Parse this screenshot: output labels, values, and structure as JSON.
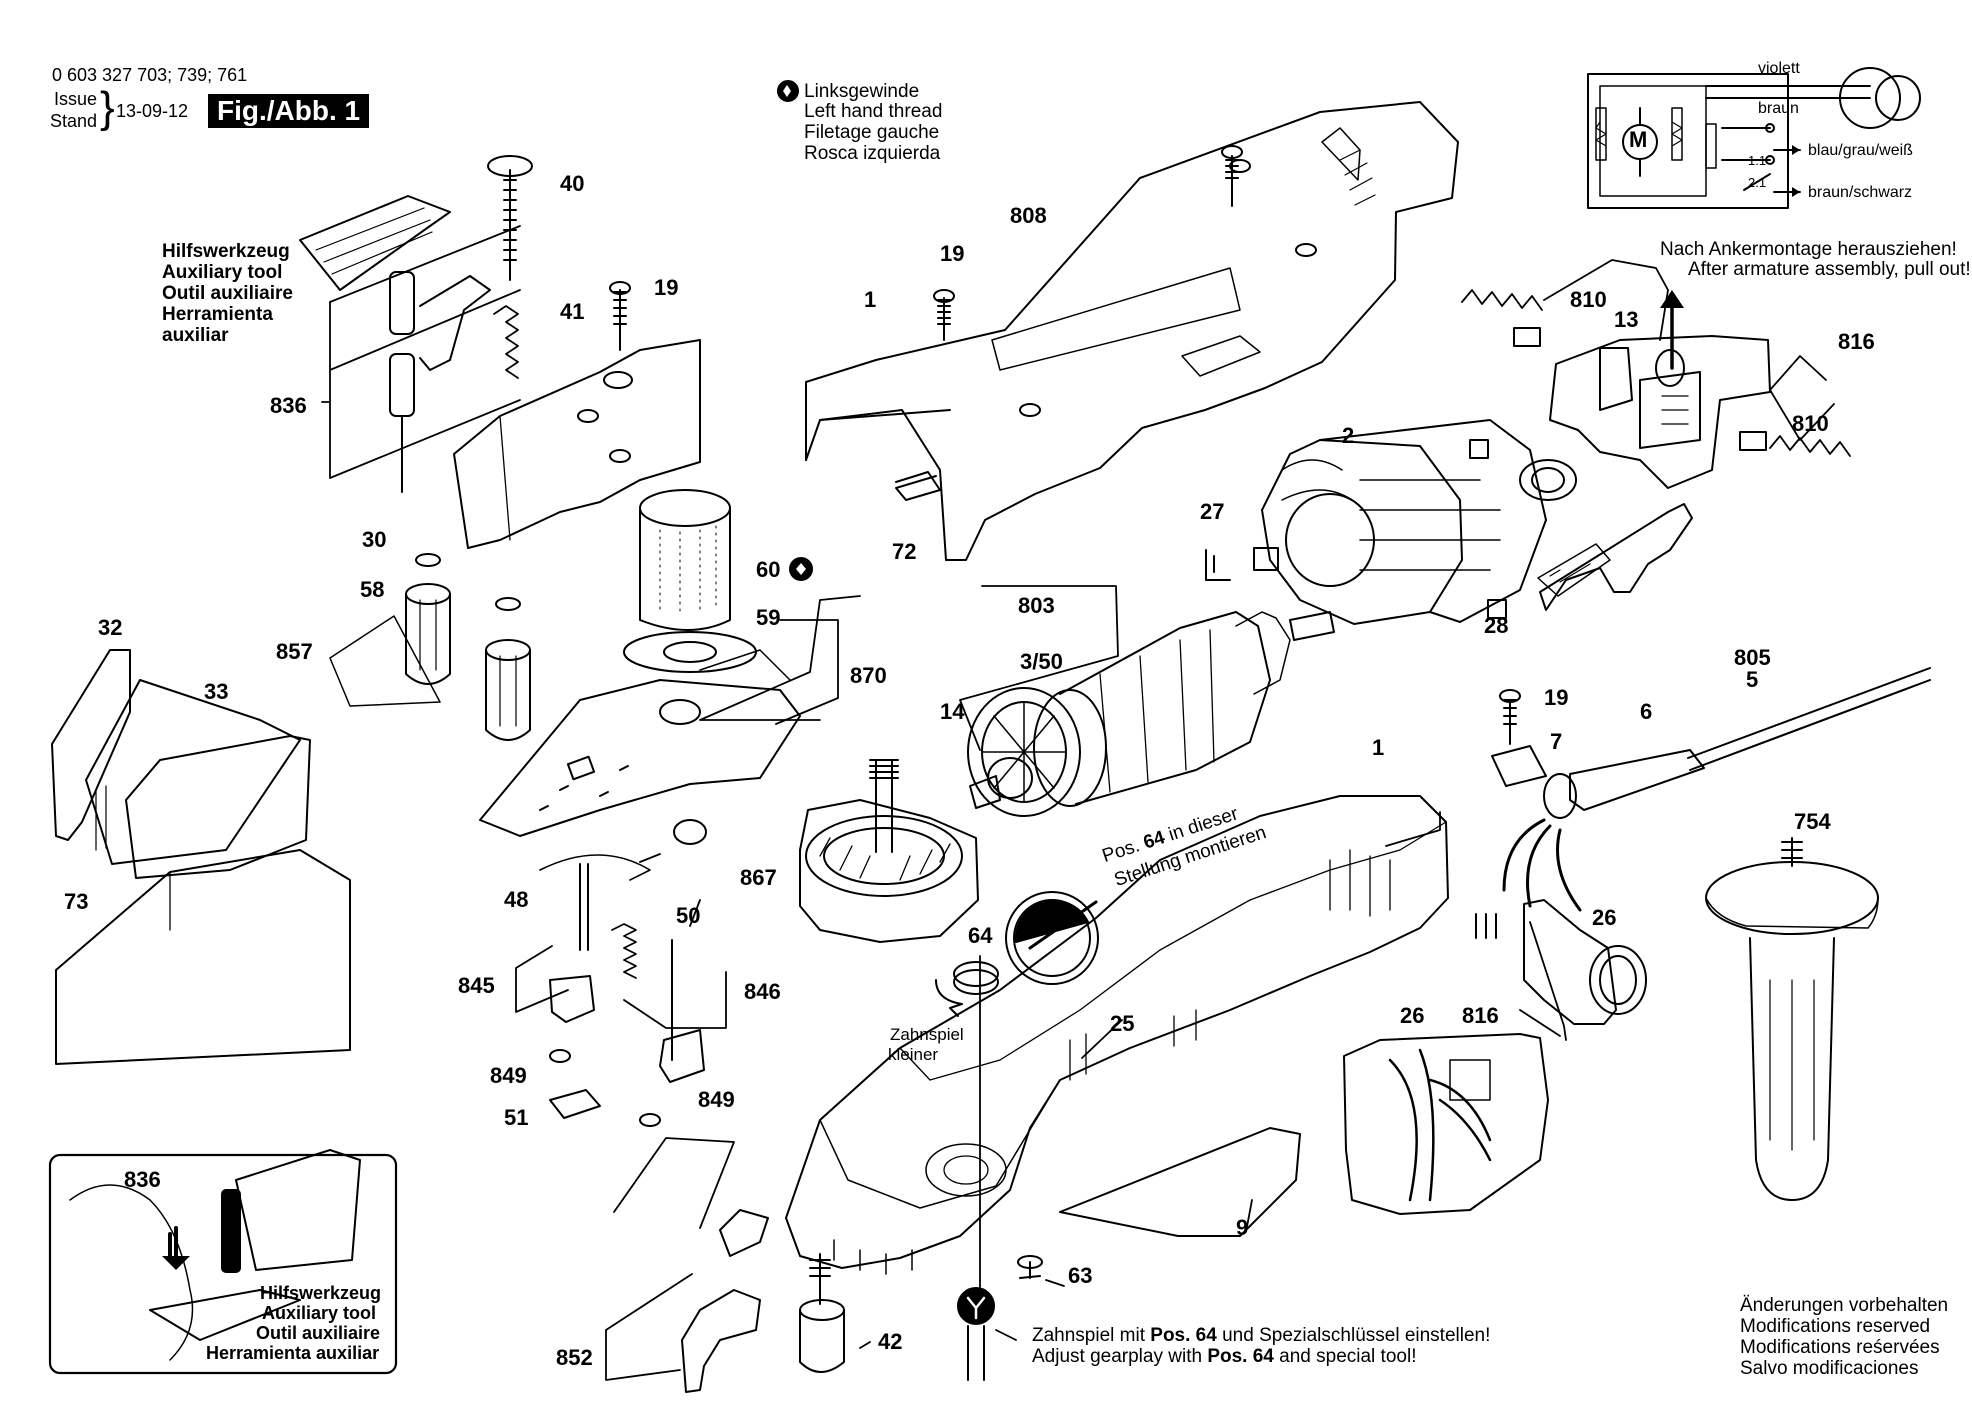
{
  "header": {
    "part_numbers": "0 603 327 703; 739; 761",
    "issue_label": "Issue",
    "stand_label": "Stand",
    "date": "13-09-12",
    "fig_label": "Fig./Abb. 1"
  },
  "thread_note": [
    "Linksgewinde",
    "Left hand thread",
    "Filetage gauche",
    "Rosca izquierda"
  ],
  "wiring": {
    "motor_label": "M",
    "wires": [
      "violett",
      "braun",
      "blau/grau/weiß",
      "braun/schwarz"
    ],
    "terminals": [
      "1.1",
      "2.1"
    ]
  },
  "armature_note": [
    "Nach Ankermontage herausziehen!",
    "After armature assembly, pull out!"
  ],
  "aux_tool_top": [
    "Hilfswerkzeug",
    "Auxiliary tool",
    "Outil auxiliaire",
    "Herramienta",
    "auxiliar"
  ],
  "aux_tool_inset": [
    "Hilfswerkzeug",
    "Auxiliary tool",
    "Outil auxiliaire",
    "Herramienta auxiliar"
  ],
  "pos64_note": {
    "prefix": "Pos.",
    "num": "64",
    "suffix": "in dieser",
    "line2": "Stellung montieren"
  },
  "gearplay_note": [
    "Zahnspiel",
    "kleiner"
  ],
  "adjust_note": {
    "de_prefix": "Zahnspiel mit",
    "de_pos": "Pos. 64",
    "de_suffix": "und Spezialschlüssel einstellen!",
    "en_prefix": "Adjust gearplay with",
    "en_pos": "Pos. 64",
    "en_suffix": "and special tool!"
  },
  "changes_note": [
    "Änderungen vorbehalten",
    "Modifications reserved",
    "Modifications reśervées",
    "Salvo modificaciones"
  ],
  "part_labels": {
    "p40": "40",
    "p41": "41",
    "p19a": "19",
    "p836": "836",
    "p30": "30",
    "p60": "60",
    "p59": "59",
    "p58": "58",
    "p857": "857",
    "p870": "870",
    "p32": "32",
    "p33": "33",
    "p73": "73",
    "p48": "48",
    "p50": "50",
    "p845": "845",
    "p846": "846",
    "p849a": "849",
    "p849b": "849",
    "p51": "51",
    "p836b": "836",
    "p808": "808",
    "p19b": "19",
    "p1a": "1",
    "p72": "72",
    "p27": "27",
    "p2": "2",
    "p803": "803",
    "p350": "3/50",
    "p14": "14",
    "p867": "867",
    "p64": "64",
    "p25": "25",
    "p1b": "1",
    "p19c": "19",
    "p7": "7",
    "p6": "6",
    "p805": "805",
    "p5": "5",
    "p754": "754",
    "p26a": "26",
    "p26b": "26",
    "p816b": "816",
    "p9": "9",
    "p63": "63",
    "p42": "42",
    "p852": "852",
    "p810a": "810",
    "p13": "13",
    "p816a": "816",
    "p810b": "810",
    "p28": "28"
  }
}
